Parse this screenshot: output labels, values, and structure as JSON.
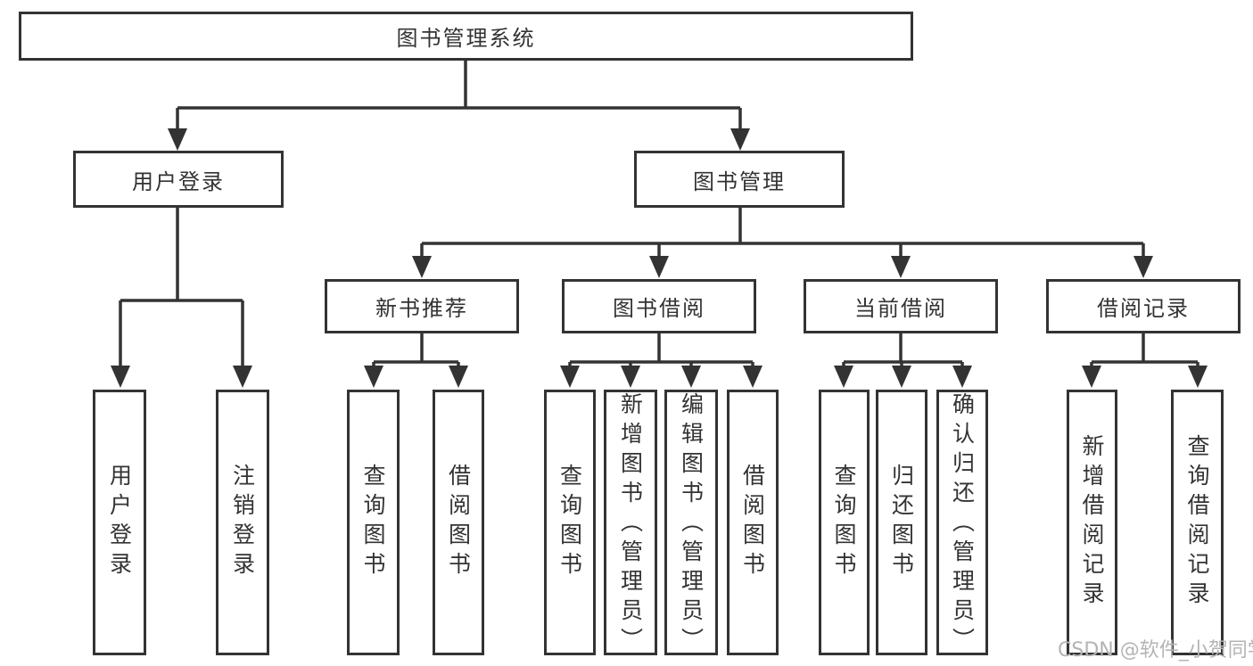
{
  "colors": {
    "line": "#333333",
    "text": "#333333",
    "watermark": "#b4b4b4",
    "background": "#ffffff"
  },
  "watermark": {
    "text": "CSDN @软件_小贺同学"
  },
  "tree": {
    "root": {
      "label": "图书管理系统"
    },
    "branches": [
      {
        "label": "用户登录",
        "children": [
          {
            "label": "用户登录"
          },
          {
            "label": "注销登录"
          }
        ]
      },
      {
        "label": "图书管理",
        "sections": [
          {
            "label": "新书推荐",
            "children": [
              {
                "label": "查询图书"
              },
              {
                "label": "借阅图书"
              }
            ]
          },
          {
            "label": "图书借阅",
            "children": [
              {
                "label": "查询图书"
              },
              {
                "label": "新增图书（管理员）"
              },
              {
                "label": "编辑图书（管理员）"
              },
              {
                "label": "借阅图书"
              }
            ]
          },
          {
            "label": "当前借阅",
            "children": [
              {
                "label": "查询图书"
              },
              {
                "label": "归还图书"
              },
              {
                "label": "确认归还（管理员）"
              }
            ]
          },
          {
            "label": "借阅记录",
            "children": [
              {
                "label": "新增借阅记录"
              },
              {
                "label": "查询借阅记录"
              }
            ]
          }
        ]
      }
    ]
  }
}
